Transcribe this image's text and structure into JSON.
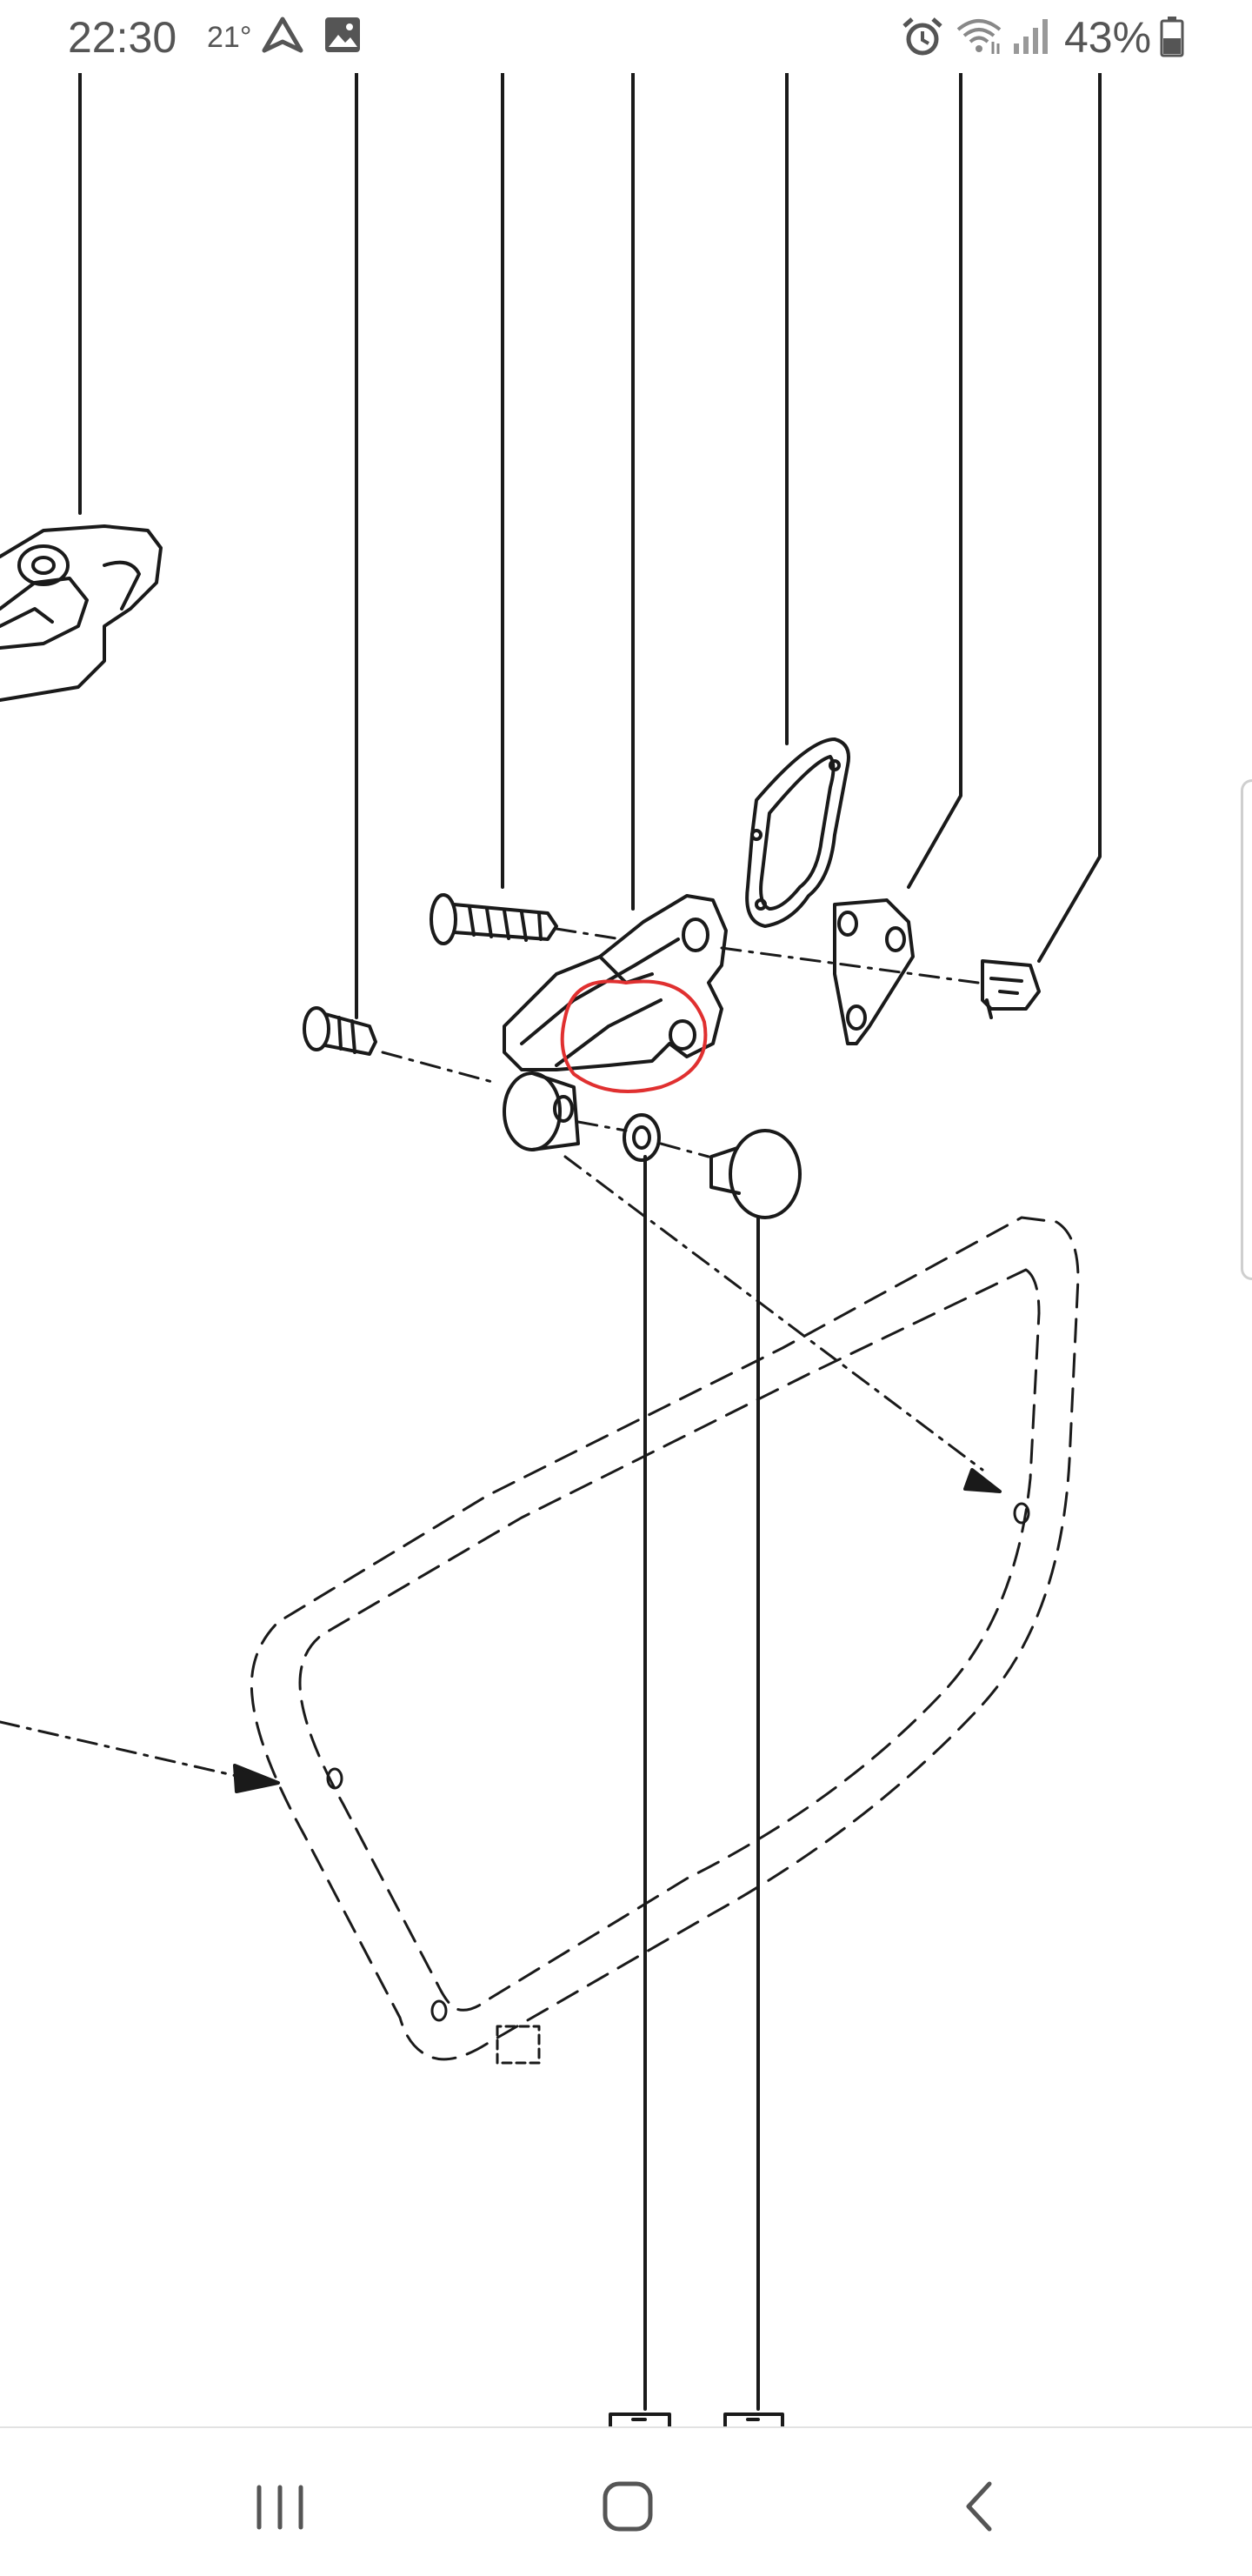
{
  "status_bar": {
    "time": "22:30",
    "temperature": "21°",
    "battery": "43%",
    "icons": [
      "navigation-icon",
      "image-icon",
      "alarm-icon",
      "wifi-icon",
      "signal-icon",
      "battery-icon"
    ]
  },
  "colors": {
    "status_text": "#555555",
    "line_art": "#1a1a1a",
    "annotation": "#e03030",
    "background": "#ffffff"
  },
  "navigation_bar": {
    "buttons": [
      "recent-apps-icon",
      "home-icon",
      "back-icon"
    ]
  }
}
